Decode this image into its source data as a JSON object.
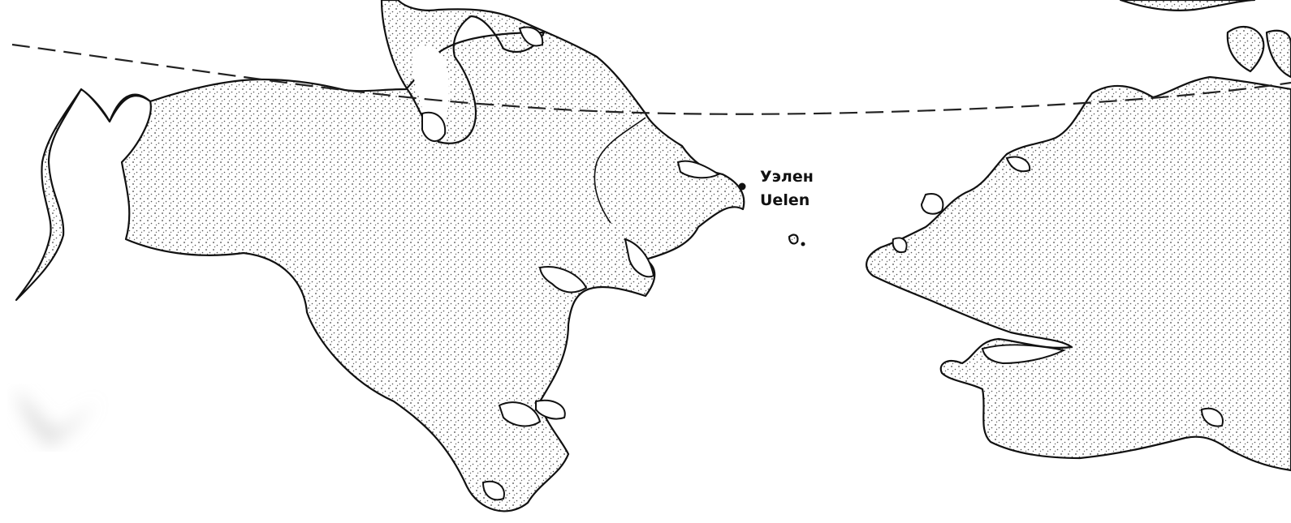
{
  "map": {
    "place": {
      "name_ru": "Уэлен",
      "name_en": "Uelen"
    },
    "features": {
      "arctic_circle": "dashed-line",
      "ink": "#111111",
      "water": "#ffffff"
    }
  }
}
